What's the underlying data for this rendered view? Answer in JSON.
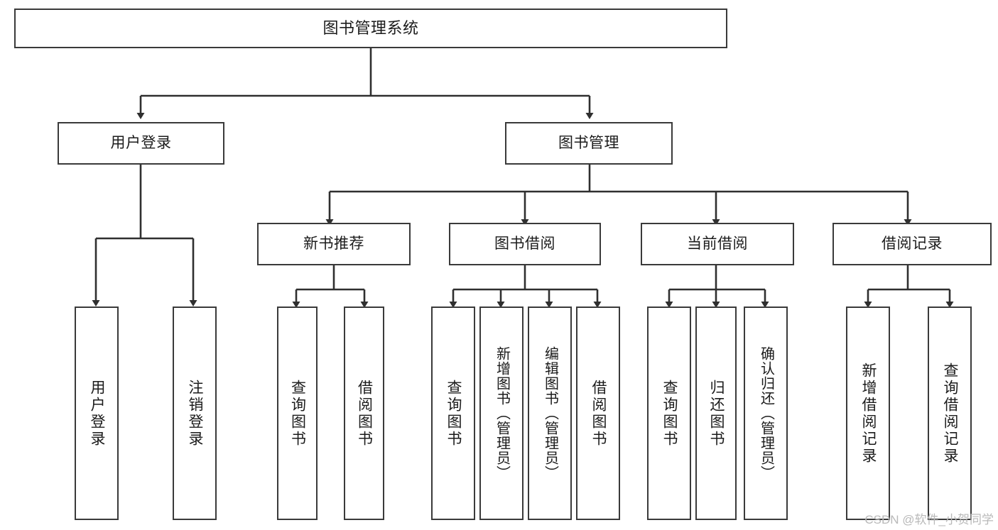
{
  "diagram": {
    "type": "tree-hierarchy",
    "title": "图书管理系统",
    "root": {
      "label": "图书管理系统"
    },
    "level2": [
      {
        "label": "用户登录"
      },
      {
        "label": "图书管理"
      }
    ],
    "level3": [
      {
        "label": "新书推荐"
      },
      {
        "label": "图书借阅"
      },
      {
        "label": "当前借阅"
      },
      {
        "label": "借阅记录"
      }
    ],
    "leaves": {
      "user_login": [
        {
          "label": "用户登录"
        },
        {
          "label": "注销登录"
        }
      ],
      "new_book": [
        {
          "label": "查询图书"
        },
        {
          "label": "借阅图书"
        }
      ],
      "borrow": [
        {
          "label": "查询图书"
        },
        {
          "label": "新增图书（管理员）"
        },
        {
          "label": "编辑图书（管理员）"
        },
        {
          "label": "借阅图书"
        }
      ],
      "current": [
        {
          "label": "查询图书"
        },
        {
          "label": "归还图书"
        },
        {
          "label": "确认归还（管理员）"
        }
      ],
      "records": [
        {
          "label": "新增借阅记录"
        },
        {
          "label": "查询借阅记录"
        }
      ]
    }
  },
  "watermark": {
    "text": "CSDN @软件_小贺同学"
  },
  "colors": {
    "box_border": "#3a3a3a",
    "box_fill": "#ffffff",
    "line": "#2f2f2f",
    "text": "#1b1b1b",
    "watermark": "#b9b9b9",
    "background": "#ffffff"
  }
}
